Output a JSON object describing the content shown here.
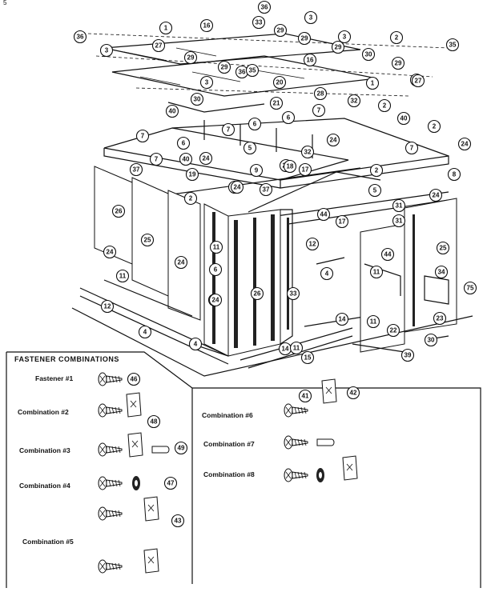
{
  "page_marker": "5",
  "legend": {
    "title": "FASTENER COMBINATIONS",
    "left_items": [
      {
        "label": "Fastener #1",
        "parts": [
          "46"
        ]
      },
      {
        "label": "Combination #2",
        "parts": [
          "48"
        ]
      },
      {
        "label": "Combination #3",
        "parts": [
          "49"
        ]
      },
      {
        "label": "Combination #4",
        "parts": [
          "47"
        ]
      },
      {
        "label": "Combination #5",
        "parts": [
          "43"
        ]
      }
    ],
    "right_items": [
      {
        "label": "Combination #6",
        "parts": [
          "41",
          "42"
        ]
      },
      {
        "label": "Combination #7",
        "parts": []
      },
      {
        "label": "Combination #8",
        "parts": []
      }
    ]
  },
  "callouts": [
    "36",
    "3",
    "1",
    "16",
    "33",
    "29",
    "3",
    "29",
    "36",
    "2",
    "35",
    "3",
    "27",
    "29",
    "16",
    "29",
    "30",
    "29",
    "36",
    "27",
    "29",
    "35",
    "3",
    "20",
    "1",
    "27",
    "30",
    "21",
    "28",
    "6",
    "32",
    "2",
    "40",
    "6",
    "7",
    "40",
    "2",
    "7",
    "6",
    "7",
    "5",
    "9",
    "20",
    "32",
    "24",
    "7",
    "24",
    "37",
    "7",
    "40",
    "24",
    "24",
    "18",
    "17",
    "2",
    "8",
    "19",
    "37",
    "5",
    "2",
    "24",
    "26",
    "25",
    "24",
    "17",
    "24",
    "24",
    "31",
    "31",
    "44",
    "11",
    "12",
    "24",
    "44",
    "25",
    "6",
    "4",
    "4",
    "11",
    "11",
    "34",
    "75",
    "26",
    "33",
    "24",
    "12",
    "23",
    "4",
    "14",
    "11",
    "22",
    "14",
    "30",
    "39",
    "11",
    "15"
  ]
}
